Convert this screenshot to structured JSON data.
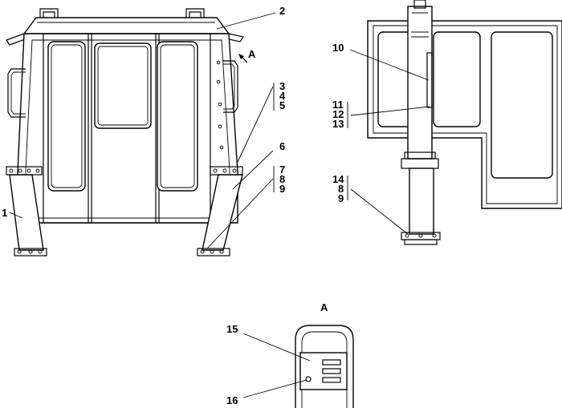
{
  "callouts": {
    "c1": "1",
    "c2": "2",
    "c3": "3",
    "c4": "4",
    "c5": "5",
    "c6": "6",
    "c7": "7",
    "c8a": "8",
    "c9a": "9",
    "c10": "10",
    "c11": "11",
    "c12": "12",
    "c13": "13",
    "c14": "14",
    "c8b": "8",
    "c9b": "9",
    "c15": "15",
    "c16": "16"
  },
  "view_arrow_label": "A",
  "detail_view_title": "A"
}
